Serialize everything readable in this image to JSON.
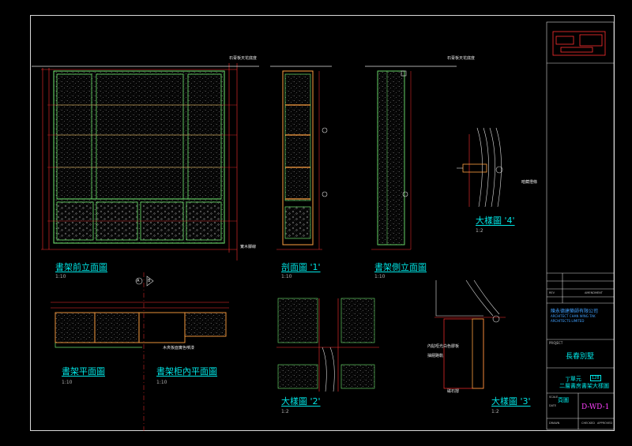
{
  "views": {
    "front": {
      "title": "書架前立面圖",
      "scale": "1:10"
    },
    "section1": {
      "title": "剖面圖 '1'",
      "scale": "1:10"
    },
    "side": {
      "title": "書架側立面圖",
      "scale": "1:10"
    },
    "detail4": {
      "title": "大樣圖 '4'",
      "scale": "1:2"
    },
    "plan": {
      "title": "書架平面圖",
      "scale": "1:10"
    },
    "innerplan": {
      "title": "書架柜內平面圖",
      "scale": "1:10"
    },
    "detail2": {
      "title": "大樣圖 '2'",
      "scale": "1:2"
    },
    "detail3": {
      "title": "大樣圖 '3'",
      "scale": "1:2"
    }
  },
  "notes": {
    "ceiling_line_1": "石膏板天花底度",
    "ceiling_line_2": "石膏板天花底度",
    "base_note": "實木腳線",
    "inner_plan_note": "木夾板面實色噴漆",
    "detail3_note_a": "內貼啞光白色膠板",
    "detail3_note_b": "抽屜路軌",
    "detail3_note_c": "磁石撐",
    "detail4_note_a": "暗藏燈條",
    "marker_a": "A",
    "marker_b": "B"
  },
  "title_block": {
    "company_cn": "陳永德建築師有限公司",
    "company_en_1": "ARCHITECT CHAN WING TAK",
    "company_en_2": "ARCHITECTS LIMITED",
    "project_label": "PROJECT",
    "project_name": "長春別墅",
    "unit": "'J'單元",
    "unit_code": "128",
    "drawing_name": "二層書房書架大樣圖",
    "drawing_no": "D-WD-1",
    "sheet_label": "頁圖",
    "scale_label": "SCALE",
    "date_label": "DATE",
    "drawn_label": "DRAWN",
    "checked_label": "CHECKED",
    "approved_label": "APPROVED",
    "amendment_label": "AMENDMENT",
    "revision_label": "REV"
  },
  "colors": {
    "frame": "#d8d8d8",
    "cabinet": "#6ee66e",
    "dimension": "#ff3030",
    "annotation": "#ffff40",
    "title": "#00e5e5",
    "drawing_no": "#ff40ff",
    "background": "#000000"
  }
}
